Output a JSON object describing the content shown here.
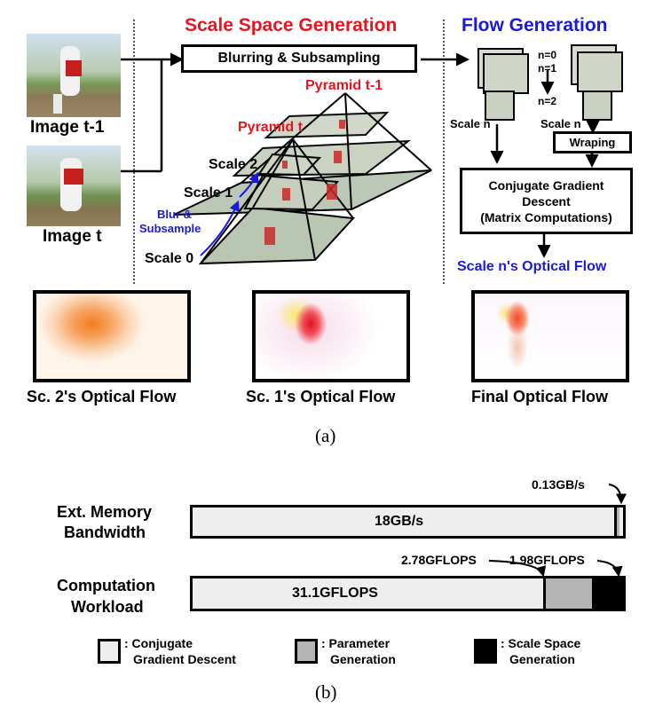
{
  "part_a": {
    "sections": {
      "scale_space": "Scale Space Generation",
      "flow_gen": "Flow Generation"
    },
    "blur_box": "Blurring & Subsampling",
    "image_t1": "Image t-1",
    "image_t": "Image t",
    "pyramid_t1": "Pyramid t-1",
    "pyramid_t": "Pyramid t",
    "scale2": "Scale 2",
    "scale1": "Scale 1",
    "scale0": "Scale 0",
    "blur_sub": [
      "Blur &",
      "Subsample"
    ],
    "n_labels": [
      "n=0",
      "n=1",
      "n=2"
    ],
    "scale_n_left": "Scale n",
    "scale_n_right": "Scale n",
    "wraping": "Wraping",
    "cgd_box": [
      "Conjugate Gradient",
      "Descent",
      "(Matrix Computations)"
    ],
    "scale_n_flow": "Scale n's Optical Flow",
    "flow_captions": [
      "Sc. 2's Optical Flow",
      "Sc. 1's Optical Flow",
      "Final Optical Flow"
    ],
    "caption": "(a)"
  },
  "part_b": {
    "row1_label": [
      "Ext. Memory",
      "Bandwidth"
    ],
    "row1_value": "18GB/s",
    "row1_small": "0.13GB/s",
    "row2_label": [
      "Computation",
      "Workload"
    ],
    "row2_value": "31.1GFLOPS",
    "row2_mid": "2.78GFLOPS",
    "row2_small": "1.98GFLOPS",
    "legend": [
      {
        "text": [
          ": Conjugate",
          "Gradient Descent"
        ],
        "color": "#eeeeee"
      },
      {
        "text": [
          ": Parameter",
          "Generation"
        ],
        "color": "#b4b4b4"
      },
      {
        "text": [
          ": Scale Space",
          "Generation"
        ],
        "color": "#000000"
      }
    ],
    "caption": "(b)"
  },
  "colors": {
    "red_title": "#e8141e",
    "blue_title": "#1a1adc",
    "cgd_fill": "#eeeeee",
    "param_fill": "#b4b4b4",
    "scale_fill": "#000000"
  }
}
